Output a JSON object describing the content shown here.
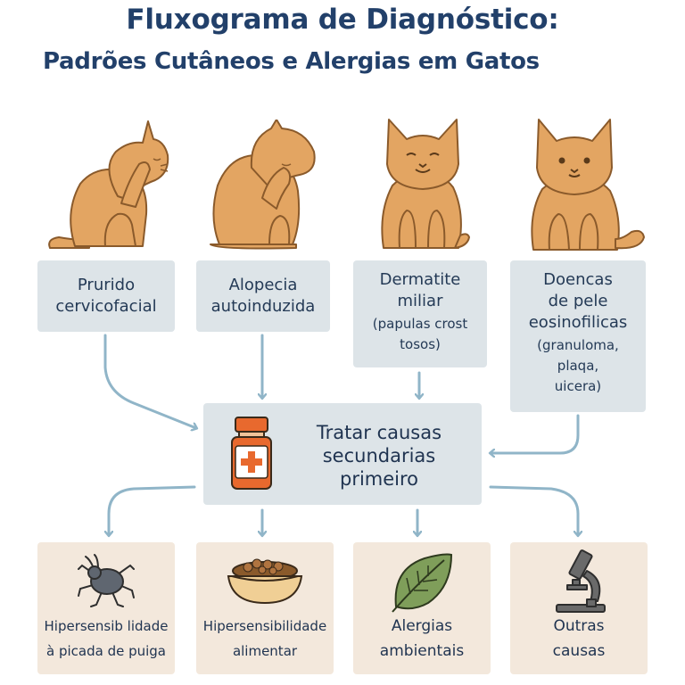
{
  "title": {
    "line1": "Fluxograma de Diagnóstico:",
    "line2": "Padrões Cutâneos e Alergias em Gatos"
  },
  "patterns": [
    {
      "main": "Prurido\ncervicofacial",
      "sub": ""
    },
    {
      "main": "Alopecia\nautoinduzida",
      "sub": ""
    },
    {
      "main": "Dermatite\nmiliar",
      "sub": "(papulas crost\ntosos)"
    },
    {
      "main": "Doencas\nde pele\neosinofilicas",
      "sub": "(granuloma,\nplaqa,\nuicera)"
    }
  ],
  "center": {
    "text": "Tratar  causas\nsecundarias\nprimeiro"
  },
  "outcomes": [
    {
      "label": "Hipersensib lidade\nà picada de puiga",
      "icon": "flea-icon"
    },
    {
      "label": "Hipersensibilidade\nalimentar",
      "icon": "food-bowl-icon"
    },
    {
      "label": "Alergias\nambientais",
      "icon": "leaf-icon"
    },
    {
      "label": "Outras\ncausas",
      "icon": "microscope-icon"
    }
  ],
  "colors": {
    "title": "#22406a",
    "cat": "#e3a562",
    "box_blue": "#dde4e8",
    "box_beige": "#f3e8dc",
    "arrow": "#90b5c8"
  }
}
